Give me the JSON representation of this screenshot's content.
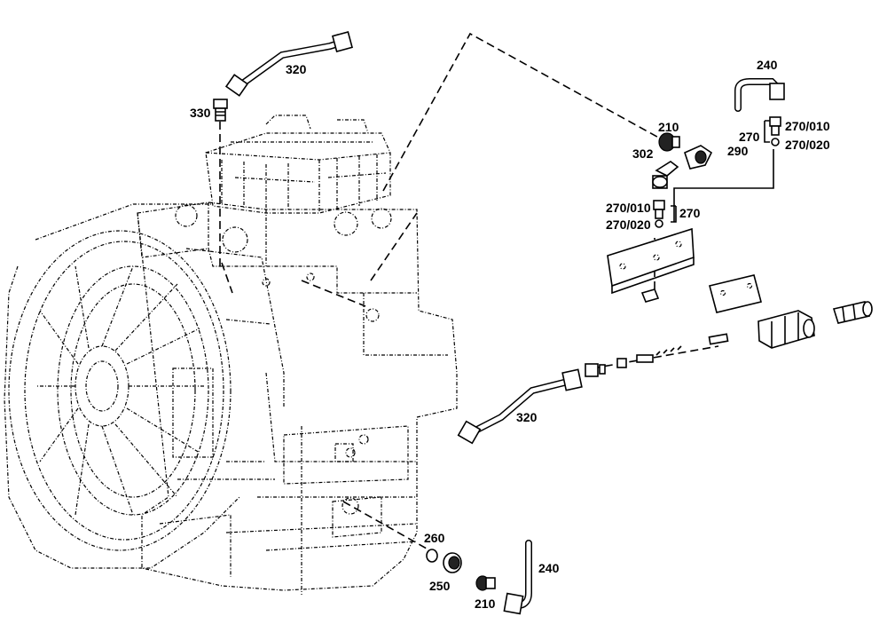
{
  "labels": {
    "l320_top": "320",
    "l330": "330",
    "l240_top": "240",
    "l210_top": "210",
    "l302": "302",
    "l290": "290",
    "l270_right": "270",
    "l270_010_right": "270/010",
    "l270_020_right": "270/020",
    "l270_010_left": "270/010",
    "l270_020_left": "270/020",
    "l270_mid": "270",
    "l320_bottom": "320",
    "l260": "260",
    "l250": "250",
    "l240_bottom": "240",
    "l210_bottom": "210"
  }
}
